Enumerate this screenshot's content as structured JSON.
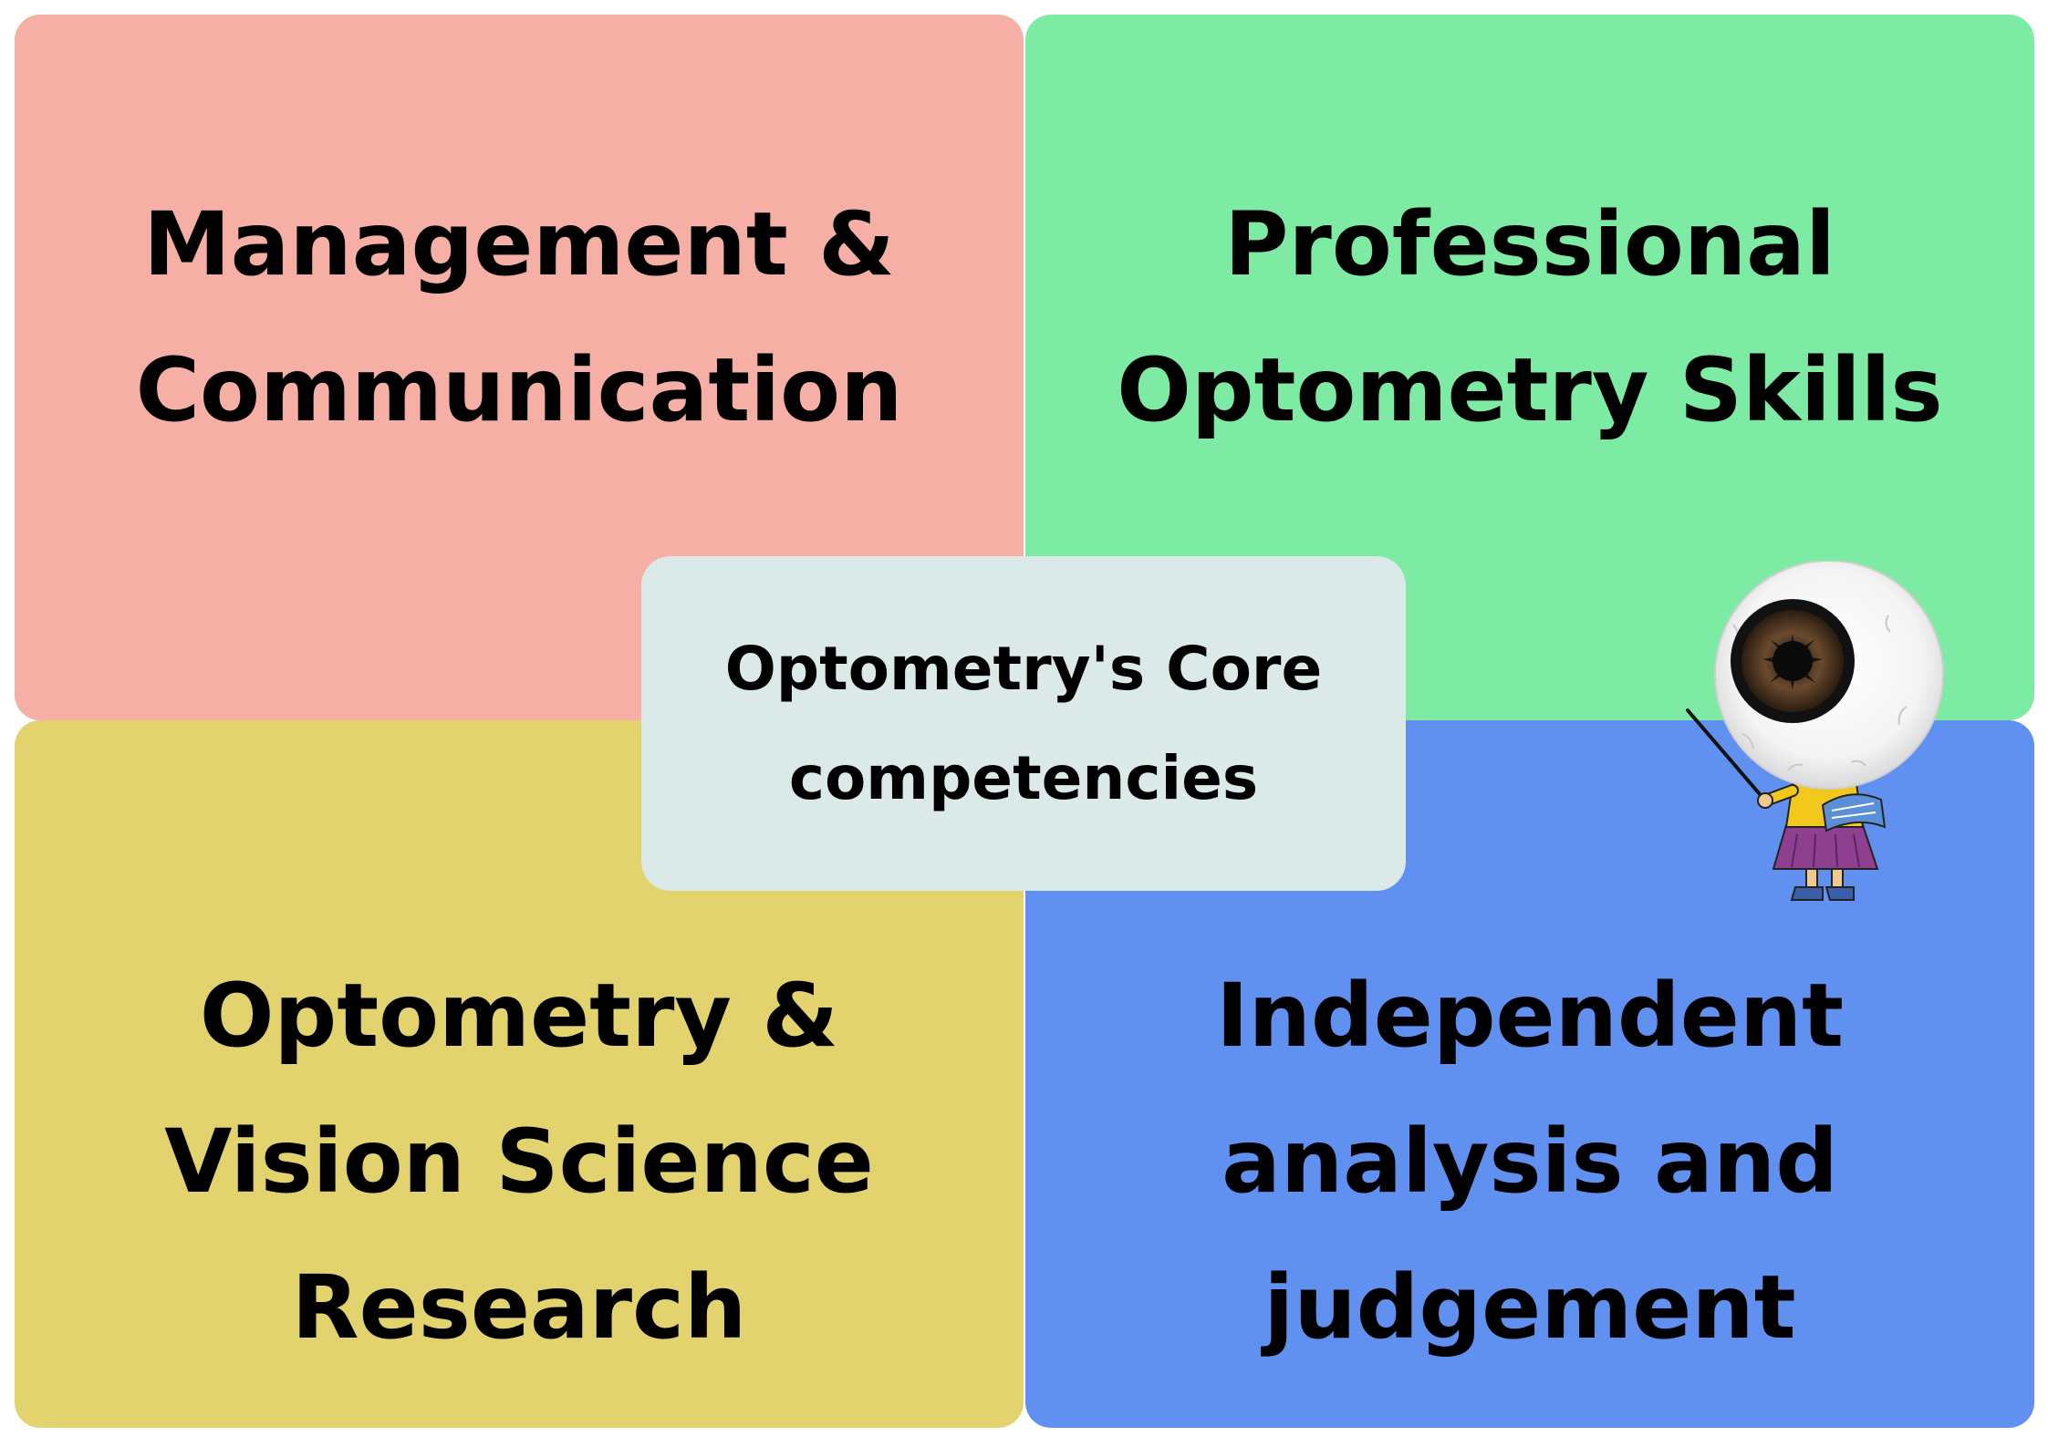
{
  "quadrants": [
    {
      "id": "management",
      "lines": [
        "Management &",
        "Communication"
      ],
      "color": "#F5AFA5"
    },
    {
      "id": "professional",
      "lines": [
        "Professional",
        "Optometry Skills"
      ],
      "color": "#7DEBA3"
    },
    {
      "id": "research",
      "lines": [
        "Optometry &",
        "Vision Science",
        "Research"
      ],
      "color": "#E2D36E"
    },
    {
      "id": "independent",
      "lines": [
        "Independent",
        "analysis and",
        "judgement"
      ],
      "color": "#6191F0"
    }
  ],
  "center": {
    "lines": [
      "Optometry's Core",
      "competencies"
    ],
    "color": "#DCE9E9"
  },
  "mascot": {
    "icon": "eyeball-teacher-icon"
  }
}
